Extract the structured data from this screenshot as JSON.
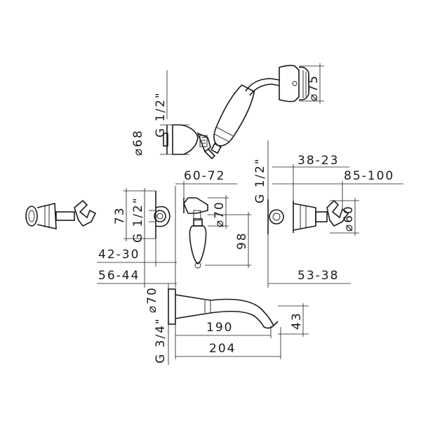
{
  "diagram": {
    "hand_shower": {
      "thread": "G  1/2\"",
      "holder_diameter": "⌀68",
      "head_diameter": "⌀75"
    },
    "diverter": {
      "thread": "G  1/2\"",
      "height": "73",
      "flange_diameter": "⌀70",
      "lever_height": "98",
      "width_range": "60-72",
      "offset_inner": "42-30",
      "offset_outer": "56-44"
    },
    "valve": {
      "thread": "G  1/2\"",
      "depth_range": "38-23",
      "length_range": "85-100",
      "flange_diameter": "⌀60",
      "offset": "53-38"
    },
    "spout": {
      "flange_diameter": "⌀70",
      "thread": "G  3/4\"",
      "projection_inner": "190",
      "projection_total": "204",
      "height": "43"
    }
  }
}
